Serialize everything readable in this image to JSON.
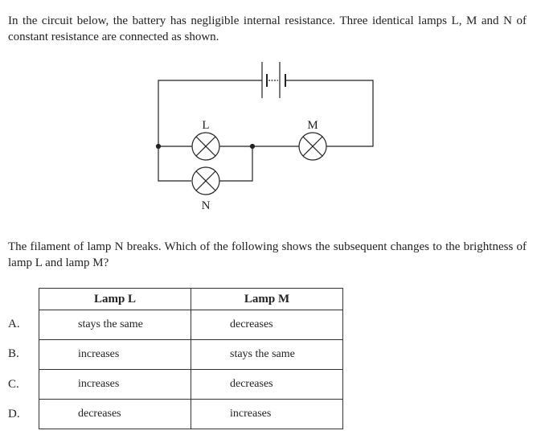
{
  "question": {
    "intro": "In the circuit below, the battery has negligible internal resistance.  Three identical lamps L, M and N of constant resistance are connected as shown.",
    "prompt": "The filament of lamp N breaks.  Which of the following shows the subsequent changes to the brightness of lamp L and lamp M?"
  },
  "circuit": {
    "lamp_labels": [
      "L",
      "M",
      "N"
    ]
  },
  "table": {
    "headers": [
      "Lamp L",
      "Lamp M"
    ],
    "rows": [
      {
        "option": "A.",
        "lamp_l": "stays the same",
        "lamp_m": "decreases"
      },
      {
        "option": "B.",
        "lamp_l": "increases",
        "lamp_m": "stays the same"
      },
      {
        "option": "C.",
        "lamp_l": "increases",
        "lamp_m": "decreases"
      },
      {
        "option": "D.",
        "lamp_l": "decreases",
        "lamp_m": "increases"
      }
    ]
  }
}
